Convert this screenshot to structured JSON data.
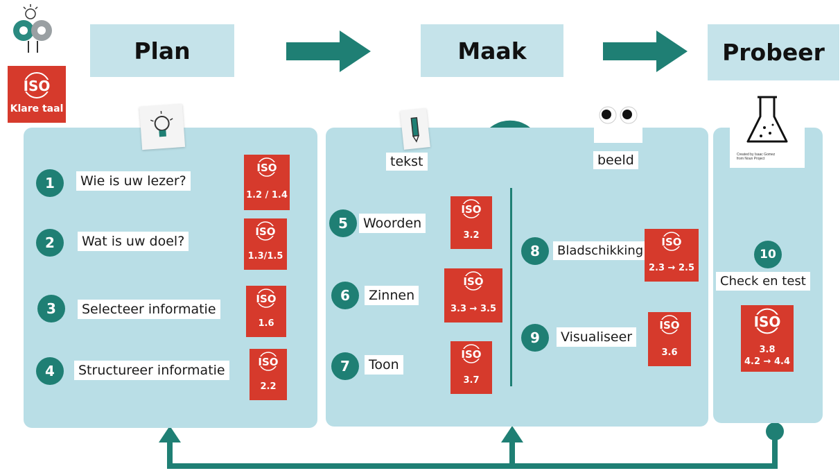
{
  "header": {
    "plan": "Plan",
    "maak": "Maak",
    "probeer": "Probeer"
  },
  "logo": {
    "iso": "ISO",
    "klare_taal": "Klare taal"
  },
  "plan_steps": [
    {
      "num": "1",
      "label": "Wie  is uw lezer?",
      "iso": "1.2 / 1.4"
    },
    {
      "num": "2",
      "label": "Wat is uw doel?",
      "iso": "1.3/1.5"
    },
    {
      "num": "3",
      "label": "Selecteer informatie",
      "iso": "1.6"
    },
    {
      "num": "4",
      "label": "Structureer informatie",
      "iso": "2.2"
    }
  ],
  "maak": {
    "tekst": "tekst",
    "beeld": "beeld",
    "steps": [
      {
        "num": "5",
        "label": "Woorden",
        "iso": "3.2"
      },
      {
        "num": "6",
        "label": "Zinnen",
        "iso": "3.3 → 3.5"
      },
      {
        "num": "7",
        "label": "Toon",
        "iso": "3.7"
      },
      {
        "num": "8",
        "label": "Bladschikking",
        "iso": "2.3 → 2.5"
      },
      {
        "num": "9",
        "label": "Visualiseer",
        "iso": "3.6"
      }
    ]
  },
  "probeer": {
    "num": "10",
    "label": "Check en test",
    "iso_line1": "3.8",
    "iso_line2": "4.2 → 4.4",
    "credit_line1": "Created by Isaac Gomez",
    "credit_line2": "from Noun Project"
  },
  "iso_text": "ISO",
  "colors": {
    "teal": "#1f7f74",
    "panel": "#b9dee6",
    "header": "#c5e3ea",
    "iso_red": "#d63a2c"
  }
}
